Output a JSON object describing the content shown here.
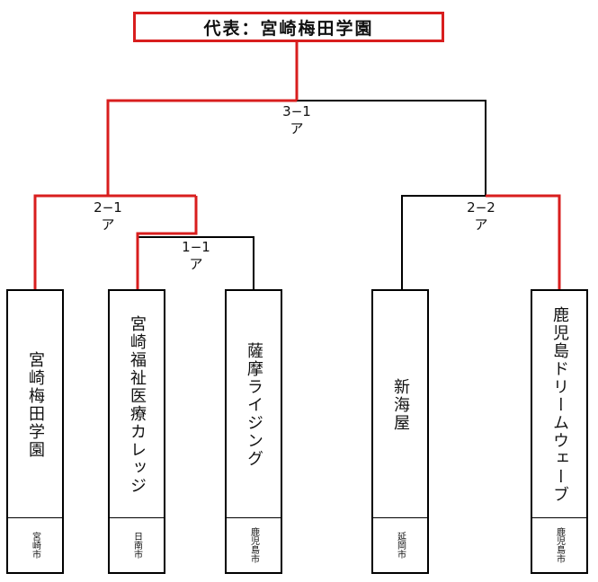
{
  "champion": {
    "label": "代表：宮崎梅田学園"
  },
  "matches": {
    "final": {
      "score": "3−1",
      "note": "ア"
    },
    "semi_left": {
      "score": "2−1",
      "note": "ア"
    },
    "semi_right": {
      "score": "2−2",
      "note": "ア"
    },
    "first_round": {
      "score": "1−1",
      "note": "ア"
    }
  },
  "teams": [
    {
      "name": "宮崎梅田学園",
      "city": "宮崎市"
    },
    {
      "name": "宮崎福祉医療カレッジ",
      "city": "日南市"
    },
    {
      "name": "薩摩ライジング",
      "city": "鹿児島市"
    },
    {
      "name": "新海屋",
      "city": "延岡市"
    },
    {
      "name": "鹿児島ドリームウェーブ",
      "city": "鹿児島市"
    }
  ],
  "colors": {
    "winner_line": "#d81e1e",
    "line": "#000000"
  }
}
